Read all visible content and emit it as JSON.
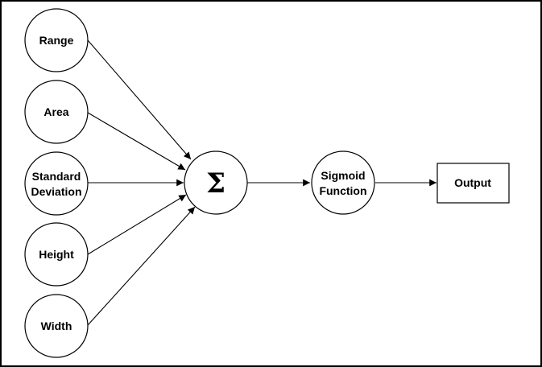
{
  "diagram": {
    "inputs": [
      {
        "id": "range",
        "label": "Range"
      },
      {
        "id": "area",
        "label": "Area"
      },
      {
        "id": "standard-deviation",
        "label_lines": [
          "Standard",
          "Deviation"
        ]
      },
      {
        "id": "height",
        "label": "Height"
      },
      {
        "id": "width",
        "label": "Width"
      }
    ],
    "sum_node": {
      "symbol": "Σ"
    },
    "sigmoid_node": {
      "label_lines": [
        "Sigmoid",
        "Function"
      ]
    },
    "output_node": {
      "label": "Output"
    }
  }
}
